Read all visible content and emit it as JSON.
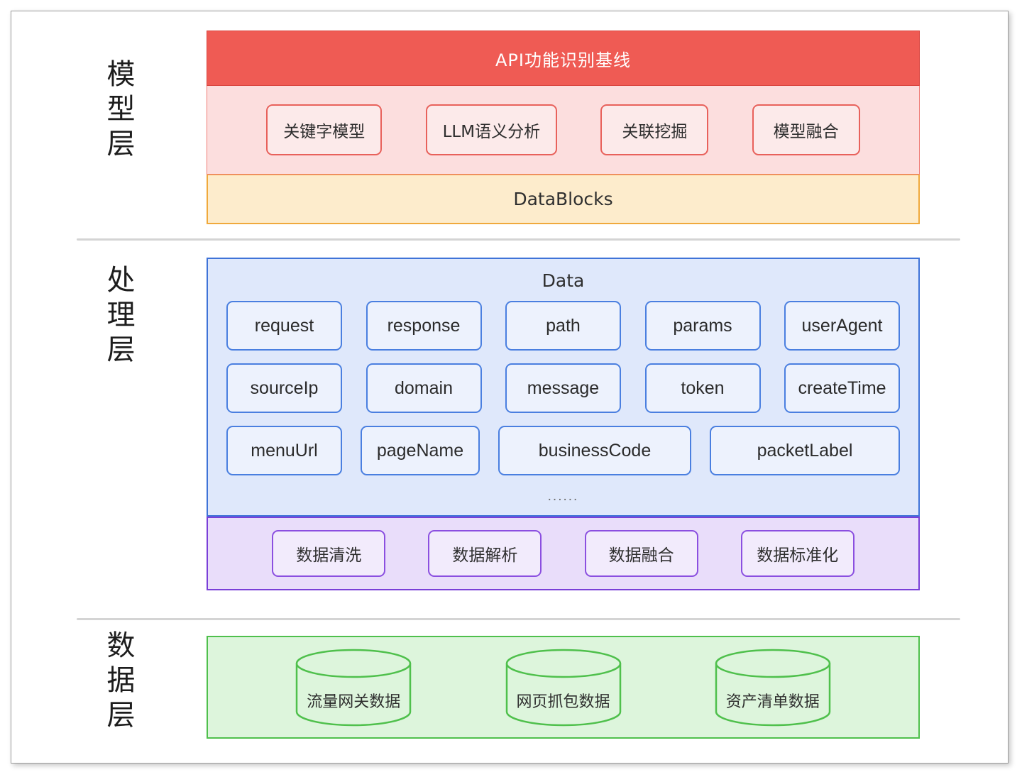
{
  "diagram": {
    "layers": [
      {
        "key": "model",
        "label_chars": [
          "模",
          "型",
          "层"
        ]
      },
      {
        "key": "processing",
        "label_chars": [
          "处",
          "理",
          "层"
        ]
      },
      {
        "key": "data",
        "label_chars": [
          "数",
          "据",
          "层"
        ]
      }
    ]
  },
  "model_layer": {
    "title": "API功能识别基线",
    "models": [
      {
        "label": "关键字模型"
      },
      {
        "label": "LLM语义分析"
      },
      {
        "label": "关联挖掘"
      },
      {
        "label": "模型融合"
      }
    ],
    "datablocks_label": "DataBlocks"
  },
  "processing_layer": {
    "data_panel_title": "Data",
    "field_rows": [
      [
        {
          "label": "request"
        },
        {
          "label": "response"
        },
        {
          "label": "path"
        },
        {
          "label": "params"
        },
        {
          "label": "userAgent"
        }
      ],
      [
        {
          "label": "sourceIp"
        },
        {
          "label": "domain"
        },
        {
          "label": "message"
        },
        {
          "label": "token"
        },
        {
          "label": "createTime"
        }
      ],
      [
        {
          "label": "menuUrl"
        },
        {
          "label": "pageName"
        },
        {
          "label": "businessCode"
        },
        {
          "label": "packetLabel"
        }
      ]
    ],
    "more_indicator": "......",
    "processes": [
      {
        "label": "数据清洗"
      },
      {
        "label": "数据解析"
      },
      {
        "label": "数据融合"
      },
      {
        "label": "数据标准化"
      }
    ]
  },
  "data_layer": {
    "sources": [
      {
        "label": "流量网关数据"
      },
      {
        "label": "网页抓包数据"
      },
      {
        "label": "资产清单数据"
      }
    ]
  },
  "colors": {
    "model_title_bg": "#ef5b54",
    "model_pill_band_bg": "#fcdede",
    "model_pill_border": "#e8615b",
    "datablocks_bg": "#fdeccc",
    "datablocks_border": "#f0a93c",
    "data_panel_bg": "#dfe8fb",
    "data_panel_border": "#3f73d8",
    "field_border": "#4a7fe0",
    "process_band_bg": "#e9ddfa",
    "process_border": "#7a3fd8",
    "data_layer_bg": "#ddf5dc",
    "data_layer_border": "#4fc04c",
    "divider": "#d4d4d4"
  }
}
